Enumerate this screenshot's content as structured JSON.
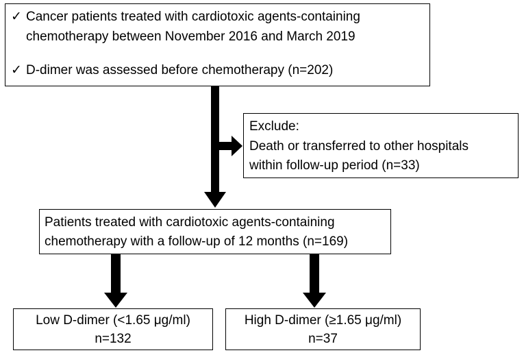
{
  "flowchart": {
    "top_box": {
      "items": [
        {
          "checkmark": "✓",
          "line1": "Cancer patients treated with cardiotoxic agents-containing",
          "line2": "chemotherapy between November 2016 and March 2019"
        },
        {
          "checkmark": "✓",
          "line1": "D-dimer was assessed before chemotherapy (n=202)"
        }
      ]
    },
    "exclude_box": {
      "heading": "Exclude:",
      "line1": "Death or transferred to other hospitals",
      "line2": "within follow-up period (n=33)"
    },
    "middle_box": {
      "line1": "Patients treated with cardiotoxic agents-containing",
      "line2": "chemotherapy with a follow-up of 12 months (n=169)"
    },
    "low_box": {
      "line1": "Low D-dimer (<1.65 μg/ml)",
      "line2": "n=132"
    },
    "high_box": {
      "line1": "High D-dimer (≥1.65 μg/ml)",
      "line2": "n=37"
    }
  }
}
